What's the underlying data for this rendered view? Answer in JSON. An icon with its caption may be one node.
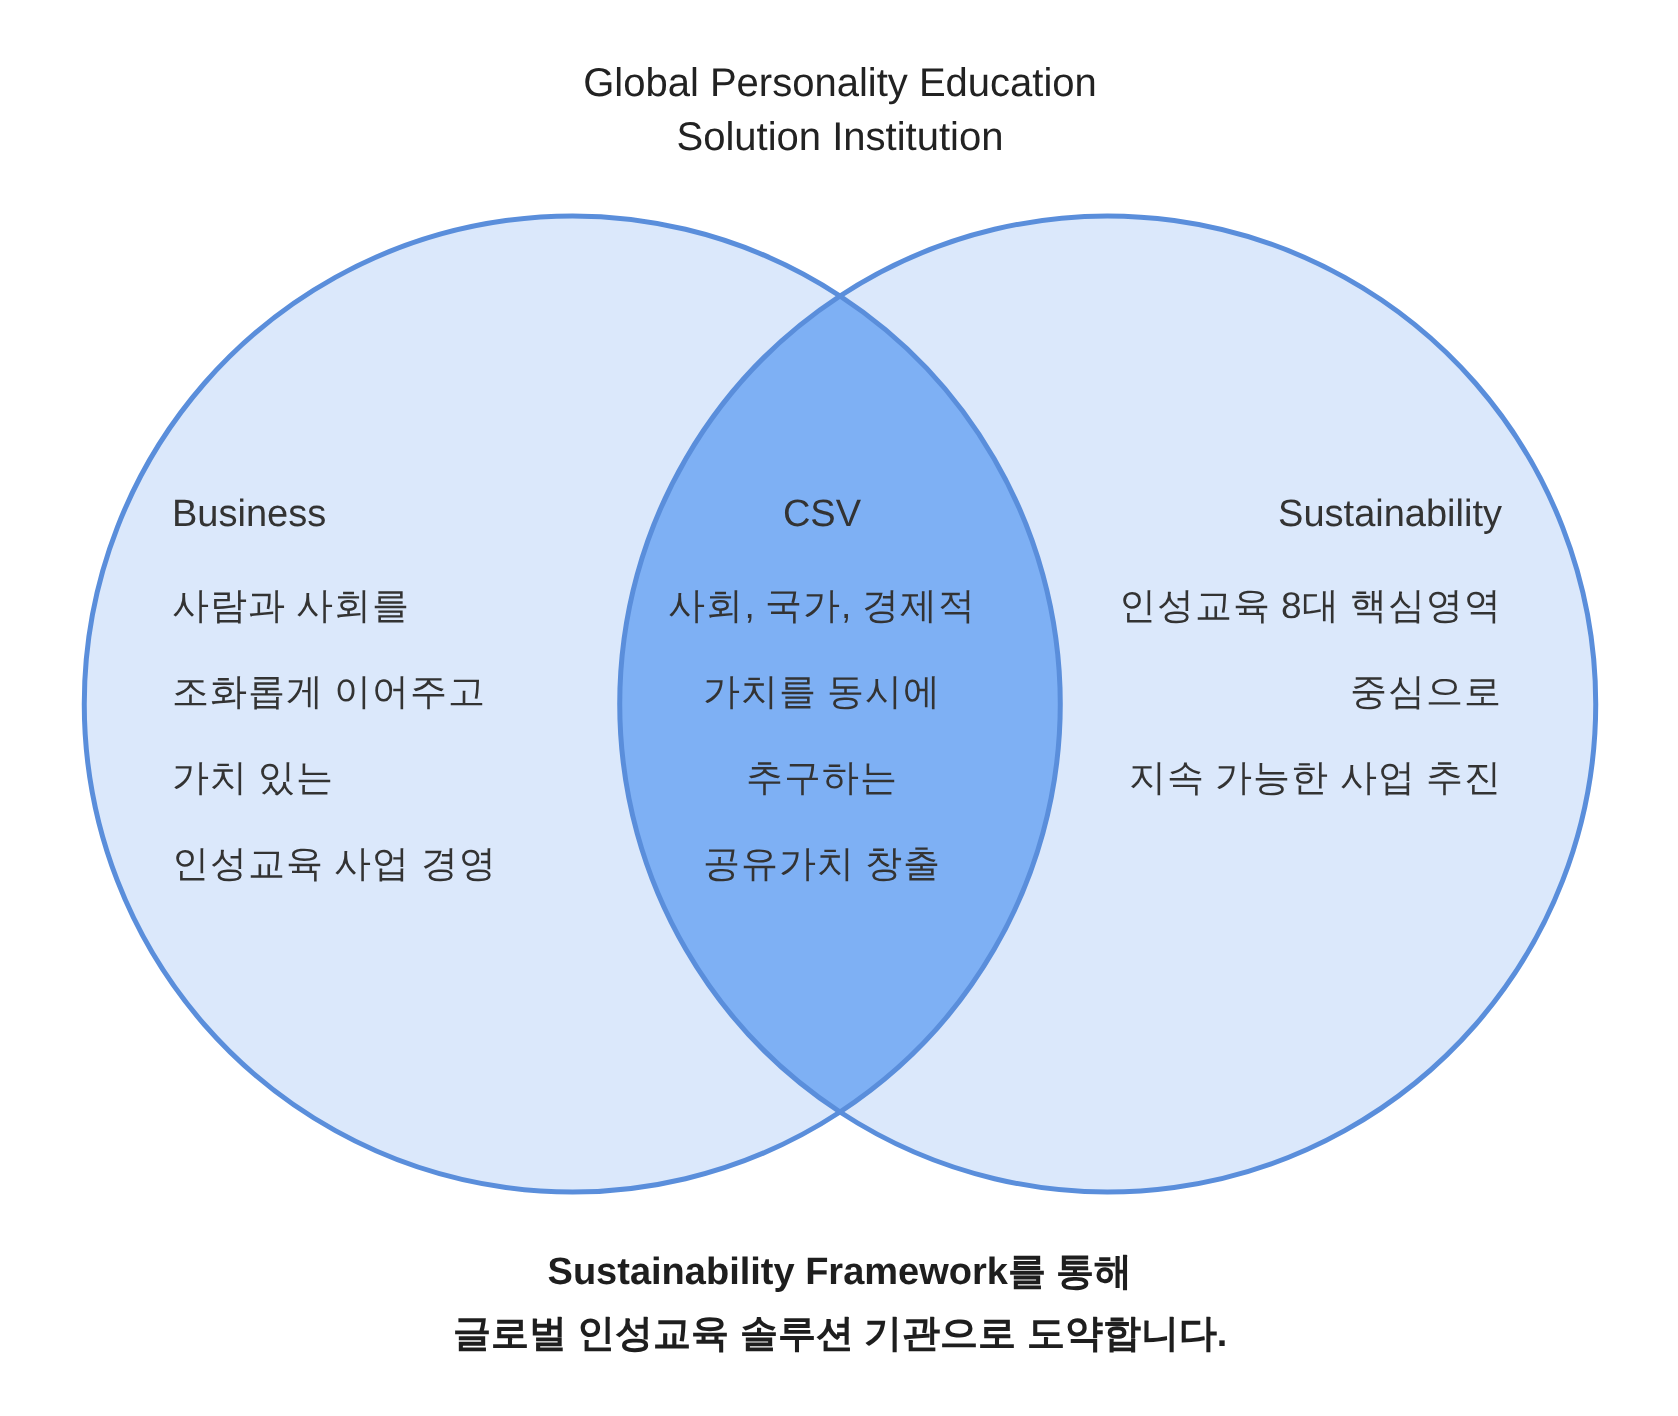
{
  "diagram": {
    "title": "Global Personality Education Solution Institution",
    "caption": "Sustainability Framework를 통해 글로벌 인성교육 솔루션 기관으로 도약합니다.",
    "nodes": [
      {
        "text": [
          "Business",
          "사람과 사회를 조화롭게 이어주고 가치 있는 인성교육 사업 경영"
        ]
      },
      {
        "text": [
          "CSV",
          "사회, 국가, 경제적 가치를 동시에 추구하는 공유가치 창출"
        ]
      },
      {
        "text": [
          "Sustainability",
          "인성교육 8대 핵심영역 중심으로 지속 가능한 사업 추진"
        ]
      }
    ]
  }
}
